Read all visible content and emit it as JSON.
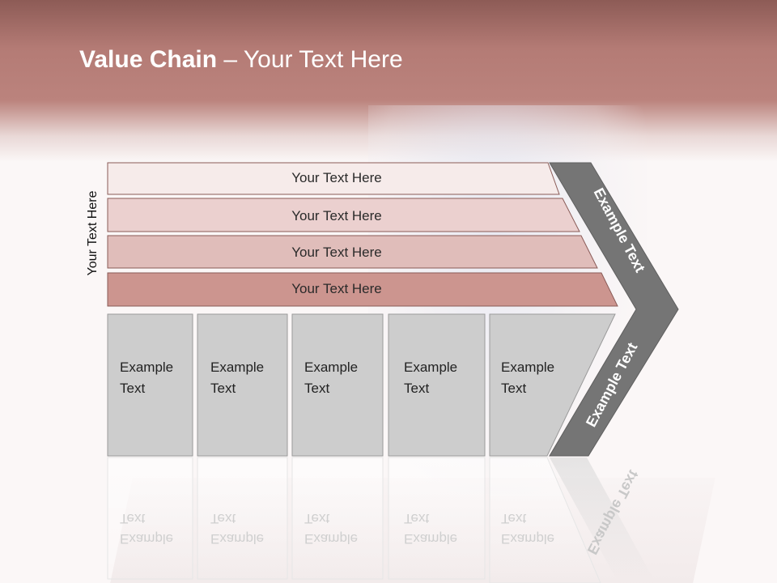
{
  "title": {
    "bold": "Value Chain",
    "rest": " – Your Text Here"
  },
  "side_label": "Your Text Here",
  "bars": [
    "Your Text Here",
    "Your Text Here",
    "Your Text Here",
    "Your Text Here"
  ],
  "columns": [
    [
      "Example",
      "Text"
    ],
    [
      "Example",
      "Text"
    ],
    [
      "Example",
      "Text"
    ],
    [
      "Example",
      "Text"
    ],
    [
      "Example",
      "Text"
    ]
  ],
  "chevron": {
    "upper": "Example Text",
    "lower": "Example Text"
  },
  "colors": {
    "header": "#b47b75",
    "bar_fills": [
      "#f6ebea",
      "#ebd0cf",
      "#e0bdba",
      "#cc958f"
    ],
    "bar_stroke": "#8a5b57",
    "column_fill": "#cdcdcd",
    "column_stroke": "#9a9a9a",
    "chevron_fill": "#757575"
  }
}
